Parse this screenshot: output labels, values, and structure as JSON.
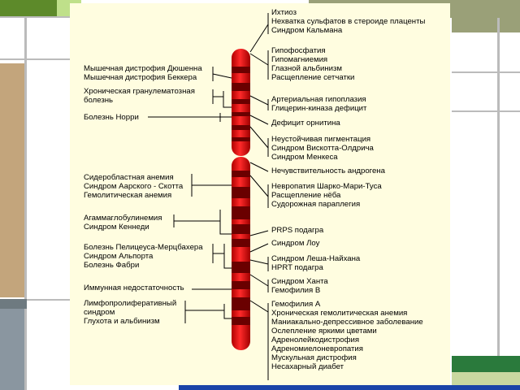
{
  "left_groups": [
    {
      "items": [
        "Мышечная дистрофия Дюшенна",
        "Мышечная дистрофия Беккера"
      ]
    },
    {
      "items": [
        "Хроническая гранулематозная болезнь"
      ]
    },
    {
      "items": [
        "Болезнь Норри"
      ]
    },
    {
      "items": [
        "Сидеробластная анемия",
        "Синдром Аарского - Скотта",
        "Гемолитическая анемия"
      ]
    },
    {
      "items": [
        "Агаммаглобулинемия",
        "Синдром Кеннеди"
      ]
    },
    {
      "items": [
        "Болезнь Пелицеуса-Мерцбахера",
        "Синдром Альпорта",
        "Болезнь Фабри"
      ]
    },
    {
      "items": [
        "Иммунная недостаточность"
      ]
    },
    {
      "items": [
        "Лимфопролиферативный синдром",
        "Глухота и альбинизм"
      ]
    }
  ],
  "right_groups": [
    {
      "items": [
        "Ихтиоз",
        "Нехватка сульфатов в стероиде плаценты",
        "Синдром Кальмана"
      ]
    },
    {
      "items": [
        "Гипофосфатия",
        "Гипомагниемия",
        "Глазной альбинизм",
        "Расщепление сетчатки"
      ]
    },
    {
      "items": [
        "Артериальная гипоплазия",
        "Глицерин-киназа дефицит"
      ]
    },
    {
      "items": [
        "Дефицит орнитина"
      ]
    },
    {
      "items": [
        "Неустойчивая пигментация",
        "Синдром Вискотта-Олдрича",
        "Синдром Менкеса"
      ]
    },
    {
      "items": [
        "Нечувствительность андрогена"
      ]
    },
    {
      "items": [
        "Невропатия Шарко-Мари-Туса",
        "Расщепление нёба",
        "Судорожная параплегия"
      ]
    },
    {
      "items": [
        "PRPS подагра"
      ]
    },
    {
      "items": [
        "Синдром Лоу"
      ]
    },
    {
      "items": [
        "Синдром Леша-Найхана",
        "HPRT подагра"
      ]
    },
    {
      "items": [
        "Синдром Ханта",
        "Гемофилия В"
      ]
    },
    {
      "items": [
        "Гемофилия А",
        "Хроническая гемолитическая анемия",
        "Маниакально-депрессивное заболевание",
        "Ослепление яркими цветами",
        "Адренолейкодистрофия",
        "Адреномиелоневропатия",
        "Мускульная дистрофия",
        "Несахарный диабет"
      ]
    }
  ],
  "colors": {
    "chromosome_red": "#e00000",
    "band_dark": "#6a0000",
    "card_bg": "#fffde0",
    "bar_olive": "#9aa078",
    "bar_brown": "#c3a57c",
    "bar_green": "#2a7a3c",
    "bar_blue": "#1a44a8"
  }
}
